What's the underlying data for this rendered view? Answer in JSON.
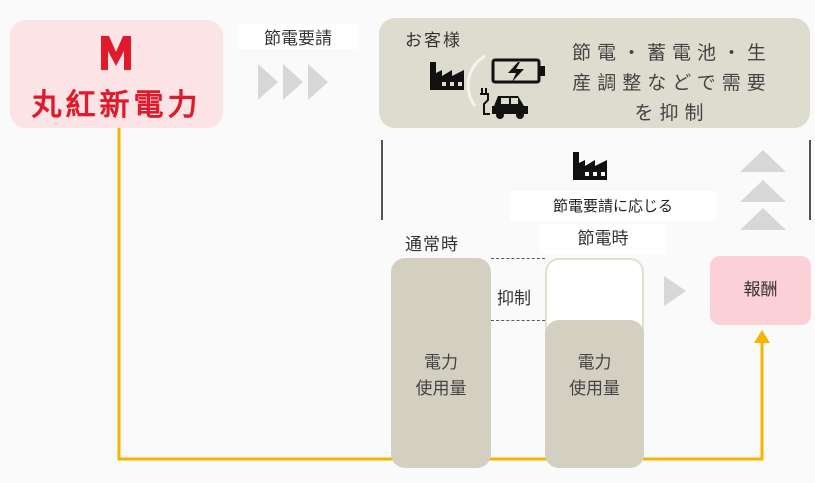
{
  "company": {
    "logo_letter": "M",
    "name": "丸紅新電力"
  },
  "request_label": "節電要請",
  "customer": {
    "label": "お客様",
    "description_lines": [
      "節電・蓄電池・生",
      "産調整などで需要",
      "を抑制"
    ]
  },
  "response_label": "節電要請に応じる",
  "normal_label": "通常時",
  "saving_label": "節電時",
  "bar_text_lines": [
    "電力",
    "使用量"
  ],
  "suppress_label": "抑制",
  "reward_label": "報酬",
  "colors": {
    "brand_red": "#e0192b",
    "logo_bg": "#fbe3e6",
    "panel": "#dedbcf",
    "bar": "#d4d0c1",
    "reward_bg": "#fbd0d6",
    "flow_line": "#f5b400",
    "arrow_grey": "#d7d7d7"
  },
  "icons": [
    "factory-icon",
    "battery-charge-icon",
    "electric-car-icon",
    "triangle-up-icon",
    "chevron-right-icon"
  ]
}
